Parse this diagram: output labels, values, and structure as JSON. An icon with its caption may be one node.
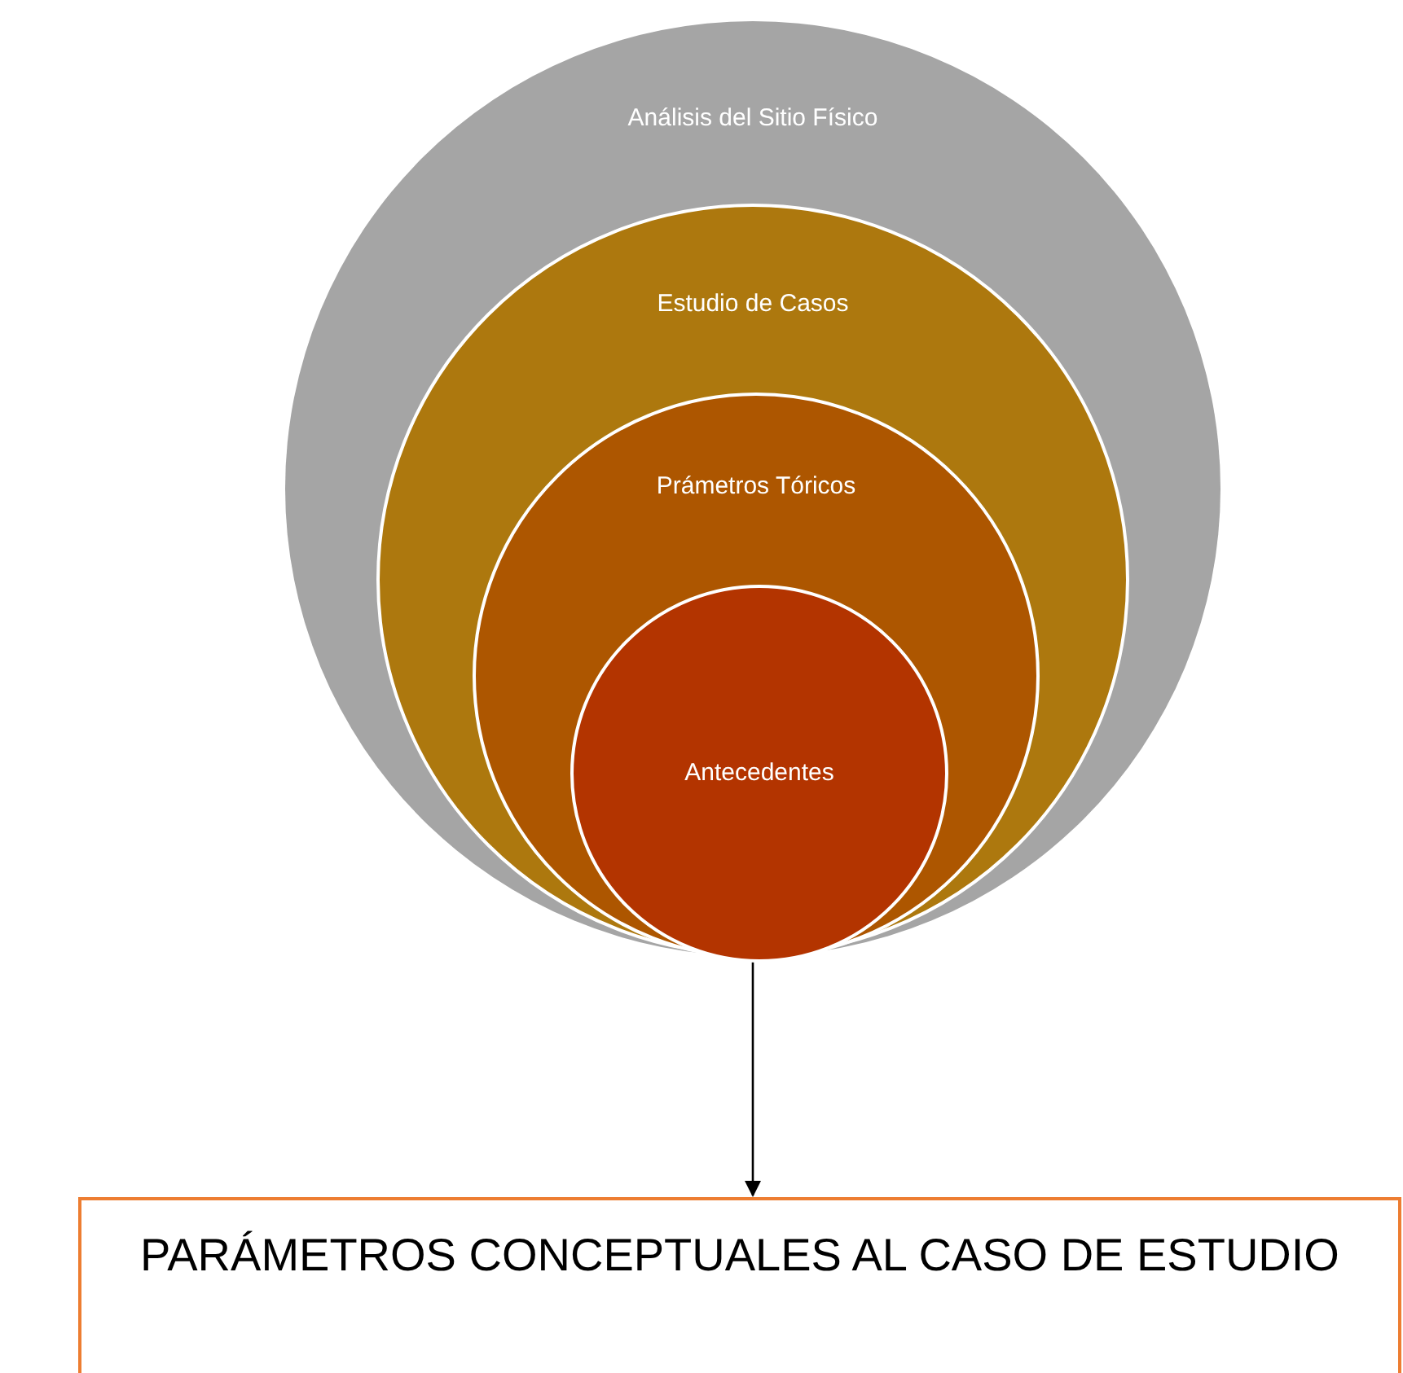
{
  "diagram": {
    "nodes": [
      {
        "text": [
          "Análisis del Sitio Físico"
        ]
      },
      {
        "text": [
          "Estudio de Casos"
        ],
        "in": 0
      },
      {
        "text": [
          "Prámetros Tóricos"
        ],
        "in": 1
      },
      {
        "text": [
          "Antecedentes"
        ],
        "in": 2
      },
      {
        "text": [
          "PARÁMETROS CONCEPTUALES AL CASO DE ESTUDIO"
        ]
      }
    ],
    "edges": [
      {
        "from": 0,
        "to": 4,
        "arrow": "to"
      }
    ]
  }
}
